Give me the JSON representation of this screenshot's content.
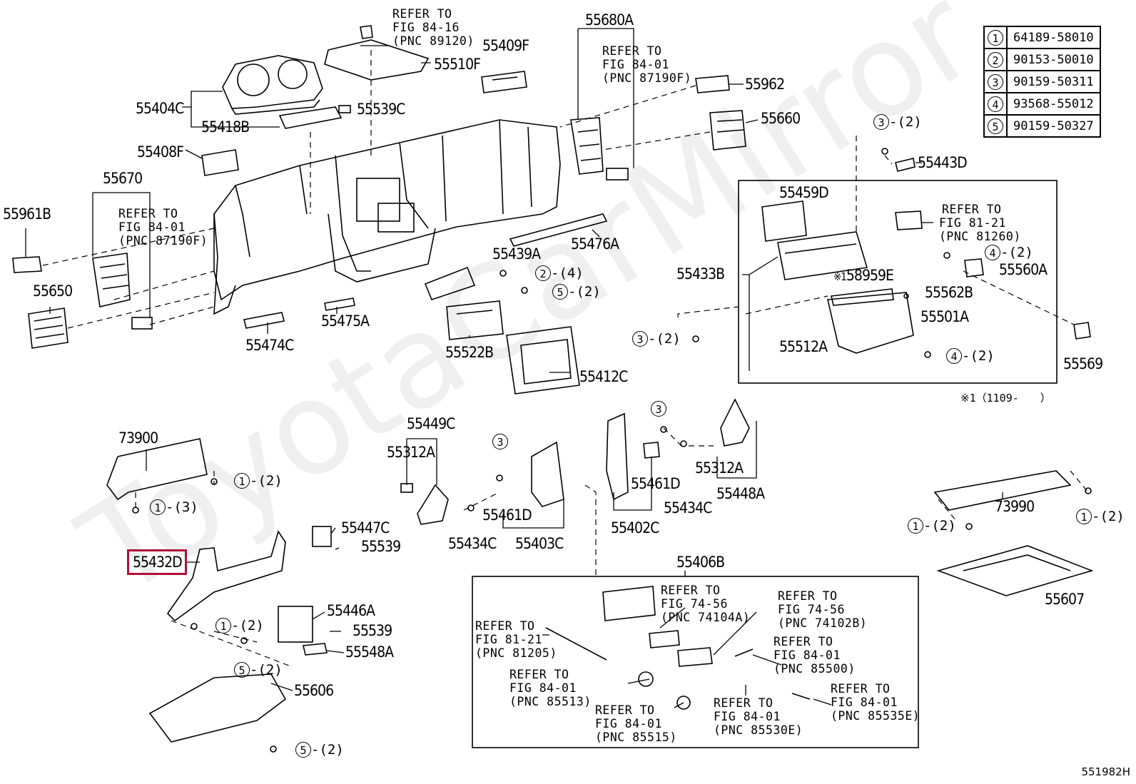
{
  "diagram_id": "551982H",
  "watermark": "ToyotaCarMirror",
  "legend": [
    {
      "n": "1",
      "part": "64189-58010"
    },
    {
      "n": "2",
      "part": "90153-50010"
    },
    {
      "n": "3",
      "part": "90159-50311"
    },
    {
      "n": "4",
      "part": "93568-55012"
    },
    {
      "n": "5",
      "part": "90159-50327"
    }
  ],
  "labels": {
    "p55680A": "55680A",
    "p55409F": "55409F",
    "p55510F": "55510F",
    "p55404C": "55404C",
    "p55539C": "55539C",
    "p55418B": "55418B",
    "p55408F": "55408F",
    "p55670": "55670",
    "p55961B": "55961B",
    "p55650": "55650",
    "p55962": "55962",
    "p55660": "55660",
    "p55443D": "55443D",
    "p55459D": "55459D",
    "p55433B": "55433B",
    "p58959E": "58959E",
    "p55560A": "55560A",
    "p55562B": "55562B",
    "p55501A": "55501A",
    "p55512A": "55512A",
    "p55569": "55569",
    "p55476A": "55476A",
    "p55439A": "55439A",
    "p55474C": "55474C",
    "p55475A": "55475A",
    "p55522B": "55522B",
    "p55412C": "55412C",
    "p73900": "73900",
    "p55449C": "55449C",
    "p55312A_l": "55312A",
    "p55447C": "55447C",
    "p55539_a": "55539",
    "p55432D": "55432D",
    "p55434C_l": "55434C",
    "p55461D_l": "55461D",
    "p55403C": "55403C",
    "p55461D_r": "55461D",
    "p55434C_r": "55434C",
    "p55402C": "55402C",
    "p55312A_r": "55312A",
    "p55448A": "55448A",
    "p73990": "73990",
    "p55607": "55607",
    "p55446A": "55446A",
    "p55539_b": "55539",
    "p55548A": "55548A",
    "p55606": "55606",
    "p55406B": "55406B",
    "mark1": "※1",
    "note_x1": "※1（1109-　　）"
  },
  "refs": {
    "r1": [
      "REFER TO",
      "FIG 84-16",
      "(PNC 89120)"
    ],
    "r2": [
      "REFER TO",
      "FIG 84-01",
      "(PNC 87190F)"
    ],
    "r3": [
      "REFER TO",
      "FIG 84-01",
      "(PNC 87190F)"
    ],
    "r4": [
      "REFER TO",
      "FIG 81-21",
      "(PNC 81260)"
    ],
    "r5": [
      "REFER TO",
      "FIG 74-56",
      "(PNC 74104A)"
    ],
    "r6": [
      "REFER TO",
      "FIG 74-56",
      "(PNC 74102B)"
    ],
    "r7": [
      "REFER TO",
      "FIG 81-21",
      "(PNC 81205)"
    ],
    "r8": [
      "REFER TO",
      "FIG 84-01",
      "(PNC 85500)"
    ],
    "r9": [
      "REFER TO",
      "FIG 84-01",
      "(PNC 85513)"
    ],
    "r10": [
      "REFER TO",
      "FIG 84-01",
      "(PNC 85515)"
    ],
    "r11": [
      "REFER TO",
      "FIG 84-01",
      "(PNC 85530E)"
    ],
    "r12": [
      "REFER TO",
      "FIG 84-01",
      "(PNC 85535E)"
    ]
  },
  "callouts": [
    {
      "n": "3",
      "qty": "(2)"
    },
    {
      "n": "2",
      "qty": "(4)"
    },
    {
      "n": "5",
      "qty": "(2)"
    },
    {
      "n": "4",
      "qty": "(2)"
    },
    {
      "n": "3",
      "qty": "(2)"
    },
    {
      "n": "4",
      "qty": "(2)"
    },
    {
      "n": "3",
      "qty": ""
    },
    {
      "n": "3",
      "qty": ""
    },
    {
      "n": "1",
      "qty": "(2)"
    },
    {
      "n": "1",
      "qty": "(3)"
    },
    {
      "n": "1",
      "qty": "(2)"
    },
    {
      "n": "5",
      "qty": "(2)"
    },
    {
      "n": "5",
      "qty": "(2)"
    },
    {
      "n": "1",
      "qty": "(2)"
    },
    {
      "n": "1",
      "qty": "(2)"
    }
  ],
  "highlighted_part": "55432D",
  "colors": {
    "highlight": "#b0103a",
    "line": "#000000"
  }
}
